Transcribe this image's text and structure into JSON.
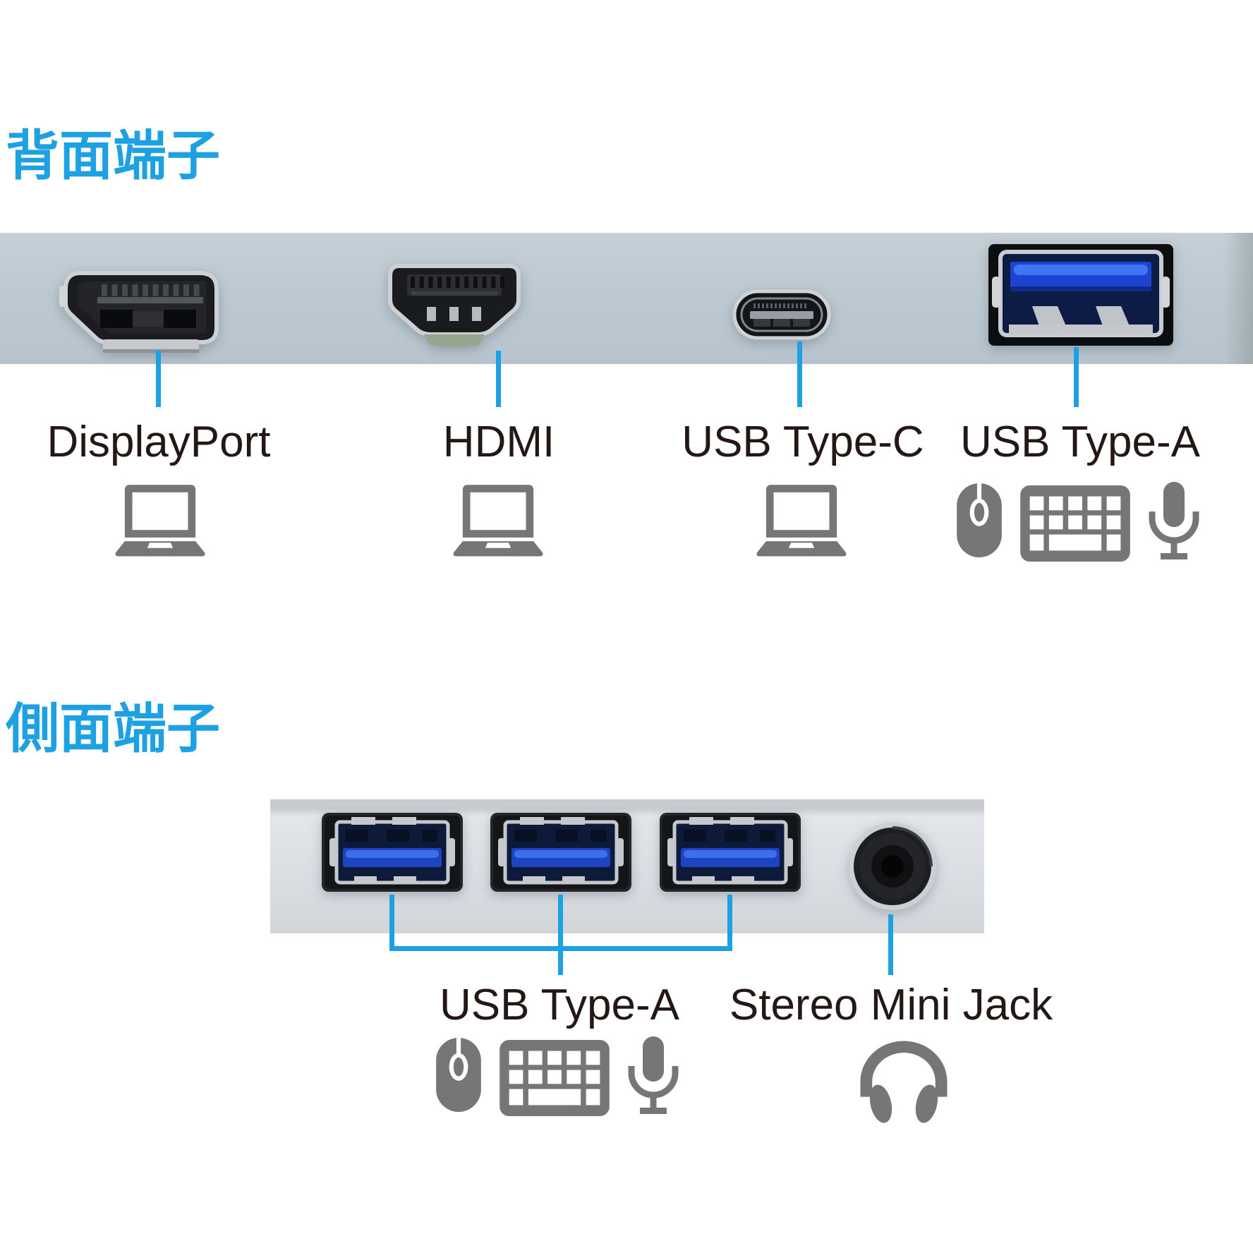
{
  "colors": {
    "accent_cyan": "#1ea1e3",
    "label_black": "#231815",
    "icon_gray": "#767676",
    "rear_strip_background": "#bdc9d2",
    "side_strip_background": "#dadde2",
    "usb_blue": "#1c44d2"
  },
  "rear_section": {
    "title": "背面端子",
    "ports": [
      {
        "label": "DisplayPort",
        "connector": "displayport-connector",
        "icons": [
          "laptop"
        ]
      },
      {
        "label": "HDMI",
        "connector": "hdmi-connector",
        "icons": [
          "laptop"
        ]
      },
      {
        "label": "USB Type-C",
        "connector": "usb-c-connector",
        "icons": [
          "laptop"
        ]
      },
      {
        "label": "USB Type-A",
        "connector": "usb-a-connector",
        "icons": [
          "mouse",
          "keyboard",
          "microphone"
        ]
      }
    ]
  },
  "side_section": {
    "title": "側面端子",
    "ports": [
      {
        "label": "USB Type-A",
        "connector": "usb-a-connector-x3",
        "icons": [
          "mouse",
          "keyboard",
          "microphone"
        ]
      },
      {
        "label": "Stereo Mini Jack",
        "connector": "stereo-mini-jack",
        "icons": [
          "headphones"
        ]
      }
    ]
  }
}
